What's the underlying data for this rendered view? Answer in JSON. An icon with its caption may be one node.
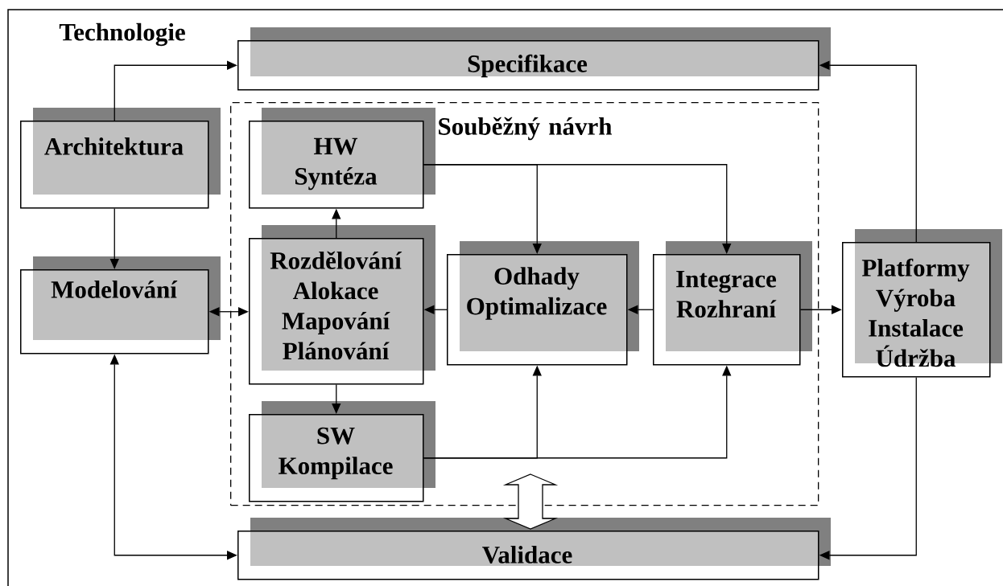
{
  "diagram": {
    "nodes": [
      {
        "text": [
          "Technologie"
        ]
      },
      {
        "text": [
          "Specifikace"
        ],
        "in": 0
      },
      {
        "text": [
          "Architektura"
        ],
        "in": 0
      },
      {
        "text": [
          "Modelování"
        ],
        "in": 0
      },
      {
        "text": [
          "Souběžný návrh"
        ],
        "in": 0
      },
      {
        "text": [
          "HW Syntéza"
        ],
        "in": 4
      },
      {
        "text": [
          "Rozdělování Alokace Mapování Plánování"
        ],
        "in": 4
      },
      {
        "text": [
          "Odhady Optimalizace"
        ],
        "in": 4
      },
      {
        "text": [
          "Integrace Rozhraní"
        ],
        "in": 4
      },
      {
        "text": [
          "SW Kompilace"
        ],
        "in": 4
      },
      {
        "text": [
          "Platformy Výroba Instalace Údržba"
        ],
        "in": 0
      },
      {
        "text": [
          "Validace"
        ],
        "in": 0
      }
    ],
    "edges": [
      {
        "from": 2,
        "to": 1,
        "arrow": "to"
      },
      {
        "from": 2,
        "to": 3,
        "arrow": "to"
      },
      {
        "from": 3,
        "to": 6,
        "arrow": "both"
      },
      {
        "from": 6,
        "to": 5,
        "arrow": "to"
      },
      {
        "from": 6,
        "to": 9,
        "arrow": "to"
      },
      {
        "from": 5,
        "to": 7,
        "arrow": "to"
      },
      {
        "from": 5,
        "to": 8,
        "arrow": "to"
      },
      {
        "from": 8,
        "to": 7,
        "arrow": "to"
      },
      {
        "from": 7,
        "to": 6,
        "arrow": "to"
      },
      {
        "from": 8,
        "to": 10,
        "arrow": "to"
      },
      {
        "from": 10,
        "to": 1,
        "arrow": "to"
      },
      {
        "from": 9,
        "to": 7,
        "arrow": "to"
      },
      {
        "from": 9,
        "to": 8,
        "arrow": "to"
      },
      {
        "from": 3,
        "to": 11,
        "arrow": "both"
      },
      {
        "from": 10,
        "to": 11,
        "arrow": "to"
      },
      {
        "from": 4,
        "to": 11,
        "arrow": "both",
        "style": "thick"
      }
    ]
  }
}
